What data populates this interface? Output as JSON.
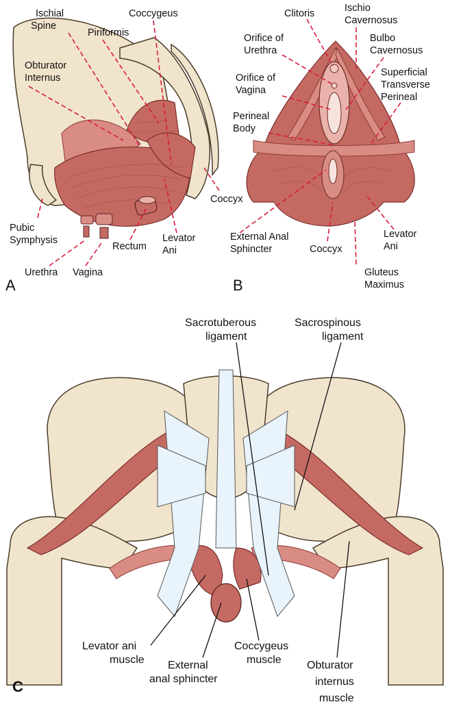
{
  "panelA": {
    "panel_label": "A",
    "labels": {
      "ischial_spine": [
        "Ischial",
        "Spine"
      ],
      "coccygeus": "Coccygeus",
      "piriformis": "Piriformis",
      "obturator_internus": [
        "Obturator",
        "Internus"
      ],
      "coccyx": "Coccyx",
      "pubic_symphysis": [
        "Pubic",
        "Symphysis"
      ],
      "levator_ani": [
        "Levator",
        "Ani"
      ],
      "rectum": "Rectum",
      "urethra": "Urethra",
      "vagina": "Vagina"
    }
  },
  "panelB": {
    "panel_label": "B",
    "labels": {
      "clitoris": "Clitoris",
      "ischio_cavernosus": [
        "Ischio",
        "Cavernosus"
      ],
      "orifice_urethra": [
        "Orifice of",
        "Urethra"
      ],
      "bulbo_cavernosus": [
        "Bulbo",
        "Cavernosus"
      ],
      "orifice_vagina": [
        "Orifice of",
        "Vagina"
      ],
      "superficial_transverse_perineal": [
        "Superficial",
        "Transverse",
        "Perineal"
      ],
      "perineal_body": [
        "Perineal",
        "Body"
      ],
      "external_anal_sphincter": [
        "External Anal",
        "Sphincter"
      ],
      "coccyx": "Coccyx",
      "levator_ani": [
        "Levator",
        "Ani"
      ],
      "gluteus_maximus": [
        "Gluteus",
        "Maximus"
      ]
    }
  },
  "panelC": {
    "panel_label": "C",
    "labels": {
      "sacrotuberous": [
        "Sacrotuberous",
        "ligament"
      ],
      "sacrospinous": [
        "Sacrospinous",
        "ligament"
      ],
      "levator_ani_muscle": [
        "Levator ani",
        "muscle"
      ],
      "external_anal_sphincter": [
        "External",
        "anal sphincter"
      ],
      "coccygeus_muscle": [
        "Coccygeus",
        "muscle"
      ],
      "obturator_internus_muscle": [
        "Obturator",
        "internus",
        "muscle"
      ]
    }
  },
  "colors": {
    "leader_dashed": "#d81b3c",
    "muscle": "#c46a63",
    "bone": "#f1e4cc",
    "ligament": "#e8f3fb"
  }
}
